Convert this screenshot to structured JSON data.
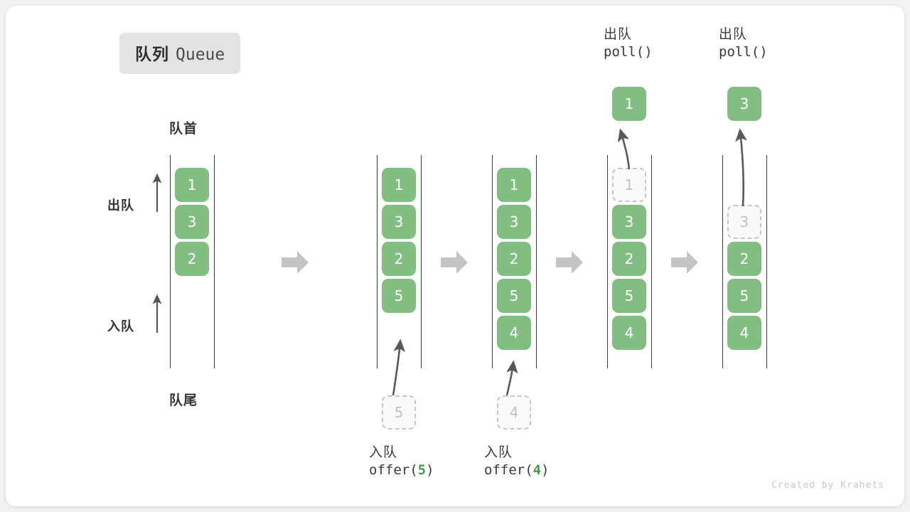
{
  "title": {
    "cn": "队列",
    "en": "Queue"
  },
  "labels": {
    "head": "队首",
    "tail": "队尾",
    "dequeue_side": "出队",
    "enqueue_side": "入队"
  },
  "watermark": "Created by Krahets",
  "colors": {
    "item": "#82bd82",
    "item_text": "#ffffff",
    "ghost_border": "#c6c6c6",
    "ghost_text": "#c2c2c2",
    "rail": "#3c3c3c",
    "flow_arrow": "#c4c4c4",
    "accent_number": "#4a9a4a",
    "badge_bg": "#e3e3e3",
    "text": "#333333"
  },
  "columns": [
    {
      "name": "initial",
      "items": [
        "1",
        "3",
        "2"
      ],
      "ghost_top": null,
      "ghost_bottom": null,
      "popped": null,
      "caption": null
    },
    {
      "name": "after-offer-5",
      "items": [
        "1",
        "3",
        "2",
        "5"
      ],
      "ghost_top": null,
      "ghost_bottom": "5",
      "popped": null,
      "caption": {
        "cn": "入队",
        "code_pre": "offer(",
        "code_num": "5",
        "code_post": ")",
        "position": "below"
      }
    },
    {
      "name": "after-offer-4",
      "items": [
        "1",
        "3",
        "2",
        "5",
        "4"
      ],
      "ghost_top": null,
      "ghost_bottom": "4",
      "popped": null,
      "caption": {
        "cn": "入队",
        "code_pre": "offer(",
        "code_num": "4",
        "code_post": ")",
        "position": "below"
      }
    },
    {
      "name": "after-poll-1",
      "items": [
        "3",
        "2",
        "5",
        "4"
      ],
      "ghost_top": "1",
      "ghost_bottom": null,
      "popped": "1",
      "caption": {
        "cn": "出队",
        "code_pre": "poll()",
        "code_num": "",
        "code_post": "",
        "position": "above"
      }
    },
    {
      "name": "after-poll-3",
      "items": [
        "2",
        "5",
        "4"
      ],
      "ghost_top": "3",
      "ghost_bottom": null,
      "popped": "3",
      "caption": {
        "cn": "出队",
        "code_pre": "poll()",
        "code_num": "",
        "code_post": "",
        "position": "above"
      }
    }
  ],
  "flow_arrow_count": 4
}
